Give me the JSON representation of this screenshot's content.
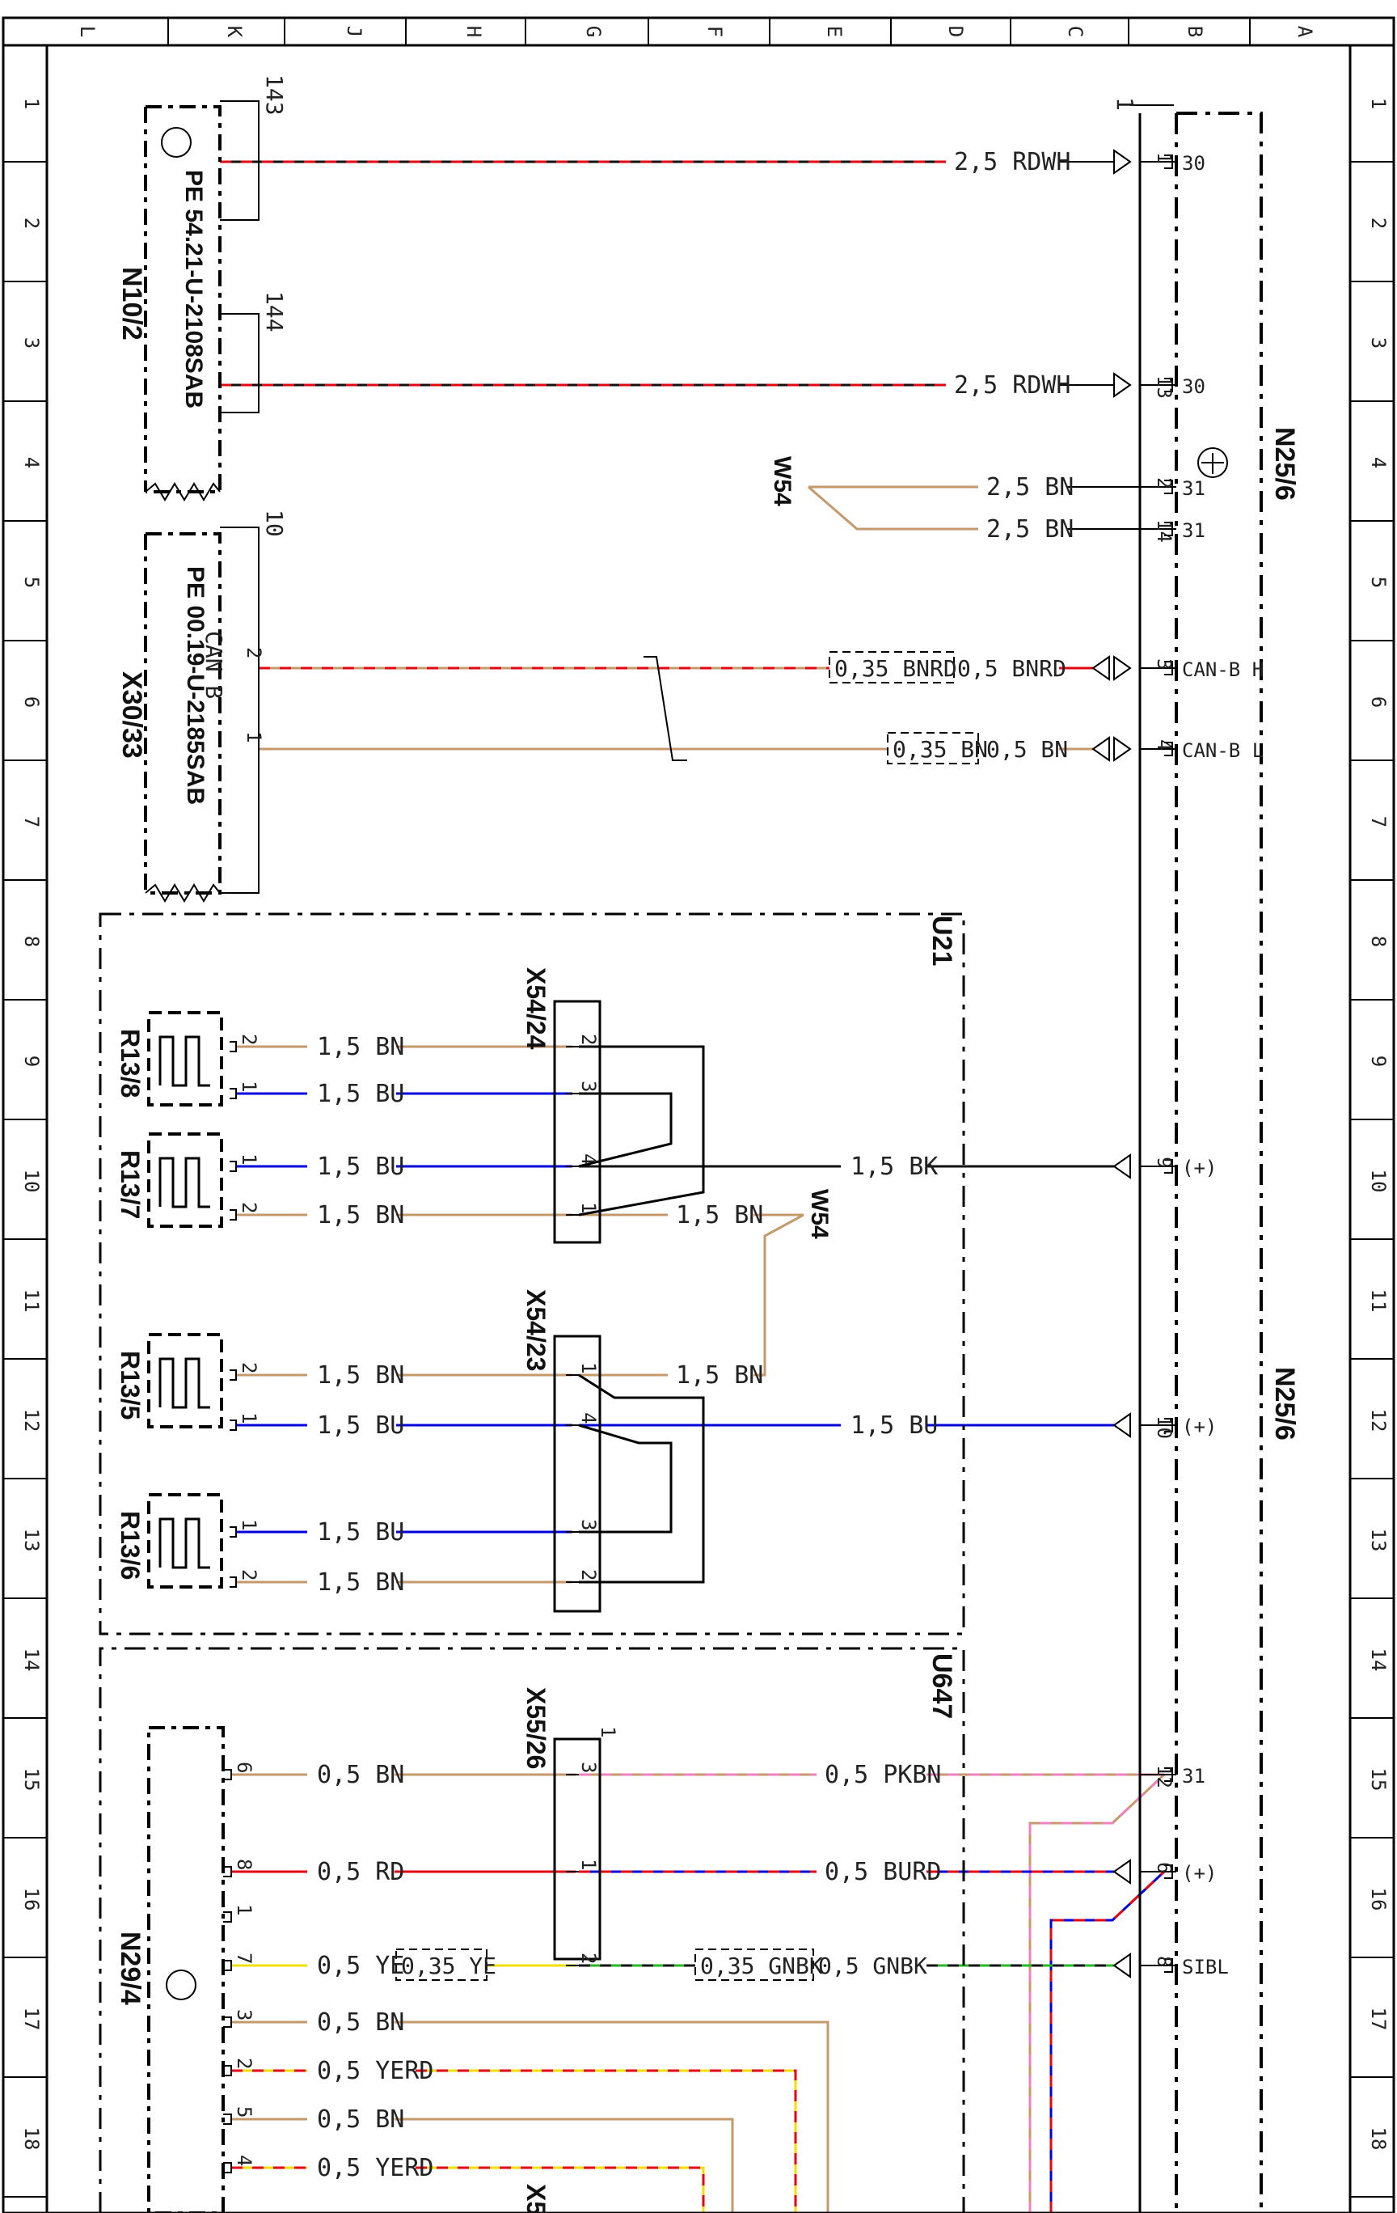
{
  "border": {
    "top_letters": [
      "L",
      "K",
      "J",
      "H",
      "G",
      "F",
      "E",
      "D",
      "C",
      "B",
      "A"
    ],
    "row_numbers": [
      "1",
      "2",
      "3",
      "4",
      "5",
      "6",
      "7",
      "8",
      "9",
      "10",
      "11",
      "12",
      "13",
      "14",
      "15",
      "16",
      "17",
      "18"
    ]
  },
  "components": {
    "n10_2": {
      "id": "N10/2",
      "part": "PE 54.21-U-2108SAB",
      "sheet1": "143",
      "sheet2": "144"
    },
    "x30_33": {
      "id": "X30/33",
      "part": "PE 00.19-U-2185SAB",
      "label": "CAN B",
      "sheet": "10"
    },
    "n25_6": {
      "id": "N25/6",
      "ref": "1"
    },
    "u21": {
      "id": "U21"
    },
    "u647": {
      "id": "U647"
    },
    "x54_24": {
      "id": "X54/24"
    },
    "x54_23": {
      "id": "X54/23"
    },
    "x55_26": {
      "id": "X55/26",
      "ref": "1"
    },
    "w54a": {
      "id": "W54"
    },
    "w54b": {
      "id": "W54"
    },
    "r13_8": {
      "id": "R13/8"
    },
    "r13_7": {
      "id": "R13/7"
    },
    "r13_5": {
      "id": "R13/5"
    },
    "r13_6": {
      "id": "R13/6"
    },
    "n29_4": {
      "id": "N29/4"
    },
    "x5_partial": {
      "id": "X5"
    }
  },
  "pins": {
    "n25": {
      "p1": "1",
      "p13": "13",
      "p2": "2",
      "p14": "14",
      "p3": "3",
      "p4": "4",
      "p9": "9",
      "p10": "10",
      "p12": "12",
      "p6": "6",
      "p8": "8",
      "t30a": "30",
      "t30b": "30",
      "t31a": "31",
      "t31b": "31",
      "canh": "CAN-B H",
      "canl": "CAN-B L",
      "plus1": "(+)",
      "plus2": "(+)",
      "t31c": "31",
      "plus3": "(+)",
      "sibl": "SIBL"
    },
    "x30": {
      "p2": "2",
      "p1": "1"
    },
    "x54_24": {
      "p2": "2",
      "p3": "3",
      "p4": "4",
      "p1": "1"
    },
    "x54_23": {
      "p1": "1",
      "p4": "4",
      "p3": "3",
      "p2": "2"
    },
    "x55": {
      "p3": "3",
      "p1": "1",
      "p2": "2"
    },
    "r13_8": {
      "p2": "2",
      "p1": "1"
    },
    "r13_7": {
      "p1": "1",
      "p2": "2"
    },
    "r13_5": {
      "p2": "2",
      "p1": "1"
    },
    "r13_6": {
      "p1": "1",
      "p2": "2"
    },
    "n29": {
      "p6": "6",
      "p8": "8",
      "p1": "1",
      "p7": "7",
      "p3": "3",
      "p2": "2",
      "p5": "5",
      "p4": "4"
    }
  },
  "wires": {
    "w1": "2,5 RDWH",
    "w2": "2,5 RDWH",
    "w3": "2,5 BN",
    "w4": "2,5 BN",
    "w5a": "0,35 BNRD",
    "w5b": "0,5 BNRD",
    "w6a": "0,35 BN",
    "w6b": "0,5 BN",
    "r8a": "1,5 BN",
    "r8b": "1,5 BU",
    "r7a": "1,5 BU",
    "r7b": "1,5 BN",
    "bk": "1,5 BK",
    "x24bn": "1,5 BN",
    "r5a": "1,5 BN",
    "x23bn": "1,5 BN",
    "r5b": "1,5 BU",
    "bu12": "1,5 BU",
    "r6a": "1,5 BU",
    "r6b": "1,5 BN",
    "n6": "0,5 BN",
    "pkbn": "0,5 PKBN",
    "n8": "0,5 RD",
    "burd": "0,5 BURD",
    "n7a": "0,5 YE",
    "n7b": "0,35 YE",
    "gnbka": "0,35 GNBK",
    "gnbkb": "0,5 GNBK",
    "n3": "0,5 BN",
    "n2": "0,5 YERD",
    "n5": "0,5 BN",
    "n4": "0,5 YERD"
  },
  "colors": {
    "RD": "#e30613",
    "BN": "#c49a6c",
    "BU": "#0000dd",
    "BK": "#111111",
    "YE": "#f0e000",
    "GN": "#22bb22",
    "PK": "#f080c0",
    "WH": "#ffffff",
    "frame": "#000000"
  }
}
